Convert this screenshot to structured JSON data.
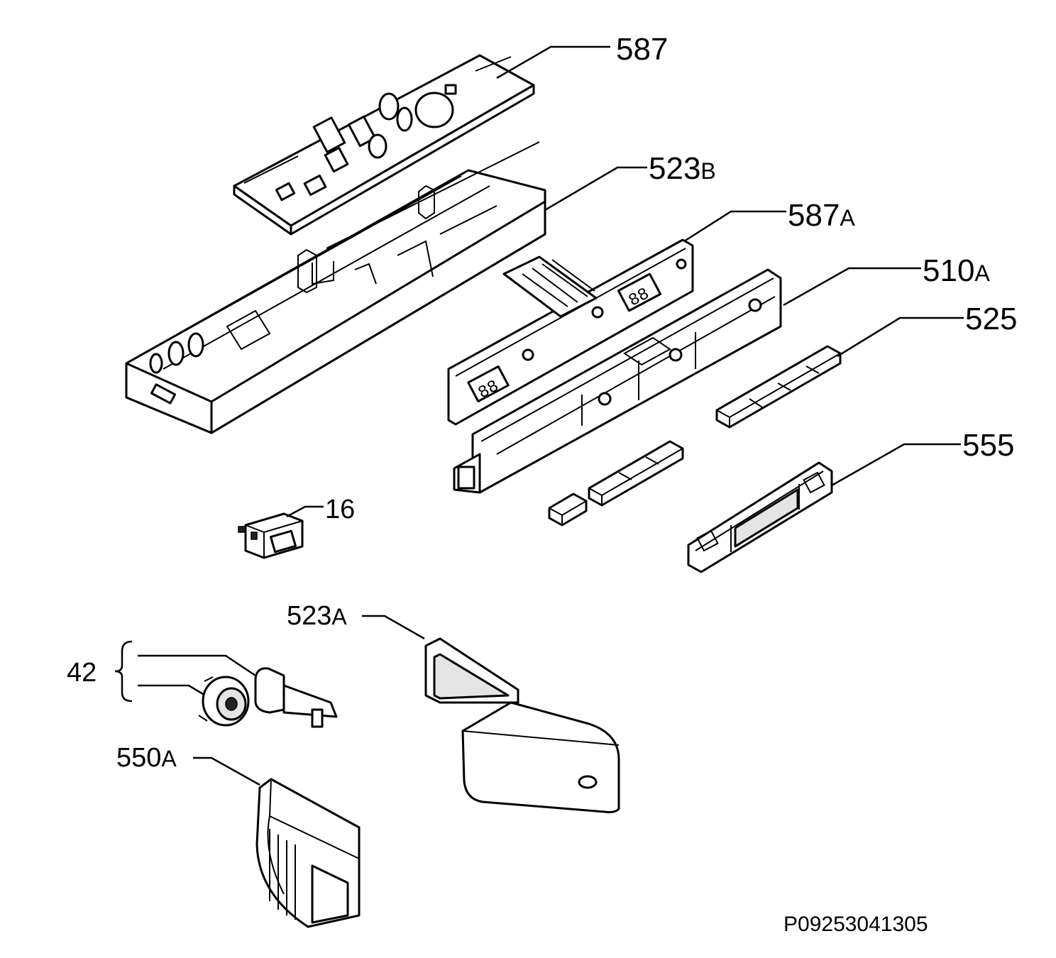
{
  "diagram": {
    "callouts": [
      {
        "id": "587",
        "number": "587",
        "suffix": ""
      },
      {
        "id": "523b",
        "number": "523",
        "suffix": "B"
      },
      {
        "id": "587a",
        "number": "587",
        "suffix": "A"
      },
      {
        "id": "510a",
        "number": "510",
        "suffix": "A"
      },
      {
        "id": "525",
        "number": "525",
        "suffix": ""
      },
      {
        "id": "555",
        "number": "555",
        "suffix": ""
      },
      {
        "id": "16",
        "number": "16",
        "suffix": ""
      },
      {
        "id": "523a",
        "number": "523",
        "suffix": "A"
      },
      {
        "id": "42",
        "number": "42",
        "suffix": ""
      },
      {
        "id": "550a",
        "number": "550",
        "suffix": "A"
      }
    ],
    "reference_code": "P09253041305"
  }
}
